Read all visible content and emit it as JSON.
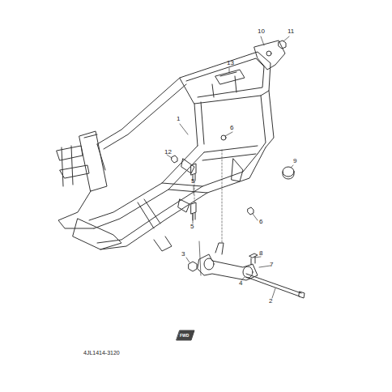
{
  "diagram": {
    "labels": [
      "13",
      "10",
      "11",
      "1",
      "12",
      "6",
      "9",
      "5",
      "5",
      "6",
      "8",
      "7",
      "3",
      "4",
      "2",
      "FWD",
      "4JL1414-3120"
    ]
  }
}
